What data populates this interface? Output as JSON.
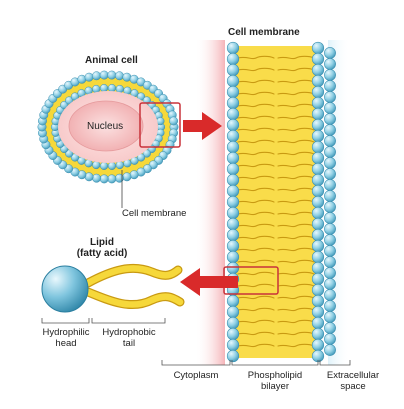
{
  "labels": {
    "animal_cell": "Animal cell",
    "nucleus": "Nucleus",
    "cell_membrane_small": "Cell membrane",
    "cell_membrane_title": "Cell membrane",
    "lipid_line1": "Lipid",
    "lipid_line2": "(fatty acid)",
    "hydrophilic_line1": "Hydrophilic",
    "hydrophilic_line2": "head",
    "hydrophobic_line1": "Hydrophobic",
    "hydrophobic_line2": "tail",
    "cytoplasm": "Cytoplasm",
    "phospholipid_line1": "Phospholipid",
    "phospholipid_line2": "bilayer",
    "extracellular_line1": "Extracellular",
    "extracellular_line2": "space"
  },
  "colors": {
    "head_fill": "#8ecfe4",
    "head_stroke": "#3a8fb0",
    "tail_yellow": "#f6d83a",
    "tail_stroke": "#c79a10",
    "cytoplasm_pink": "#f7c9c9",
    "nucleus_pink": "#f4b8b8",
    "arrow_red": "#d92a2a",
    "box_red": "#c8323a"
  }
}
